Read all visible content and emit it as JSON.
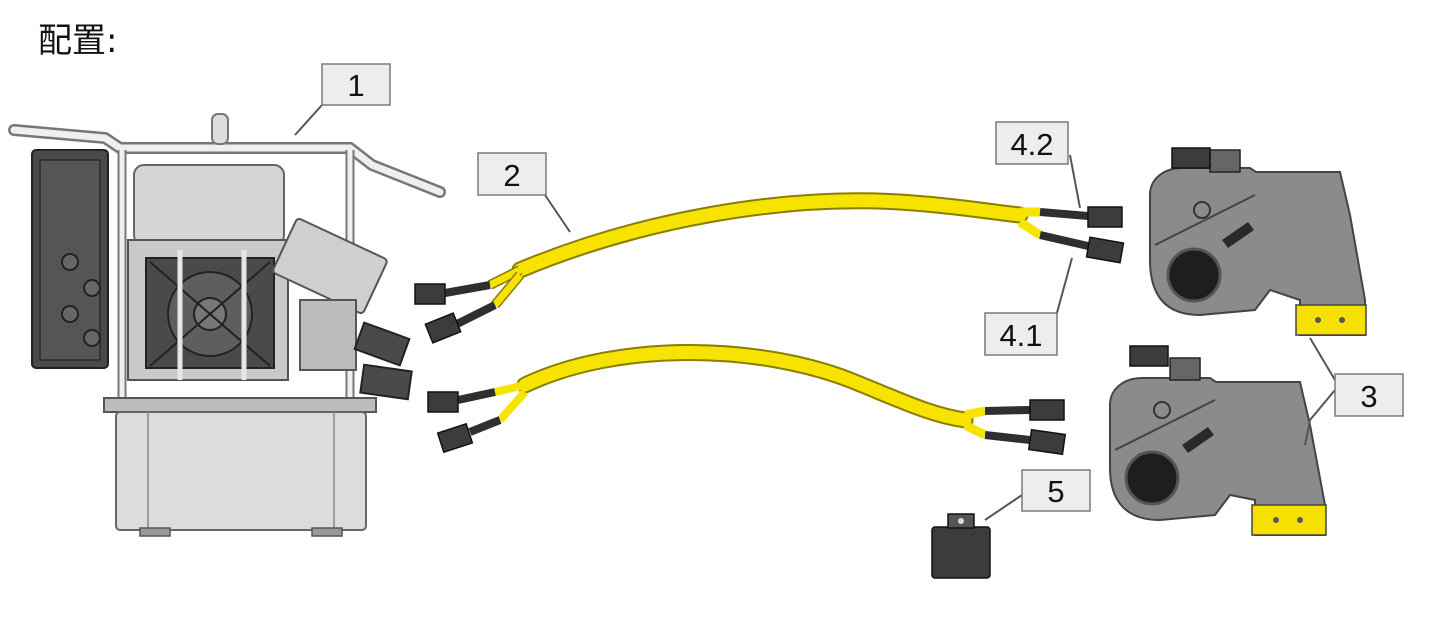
{
  "title": "配置:",
  "callouts": {
    "pump": "1",
    "hose_upper": "2",
    "wrench": "3",
    "coupler_4_2": "4.2",
    "coupler_4_1": "4.1",
    "adapter": "5"
  },
  "colors": {
    "hose": "#f7e300",
    "hose_outline": "#8a7d00",
    "metal_dark": "#3c3c3c",
    "wrench_body": "#8b8b8b",
    "wrench_yellow": "#f5e000",
    "pump_gray": "#d9d9d9",
    "callout_bg": "#ededed"
  }
}
